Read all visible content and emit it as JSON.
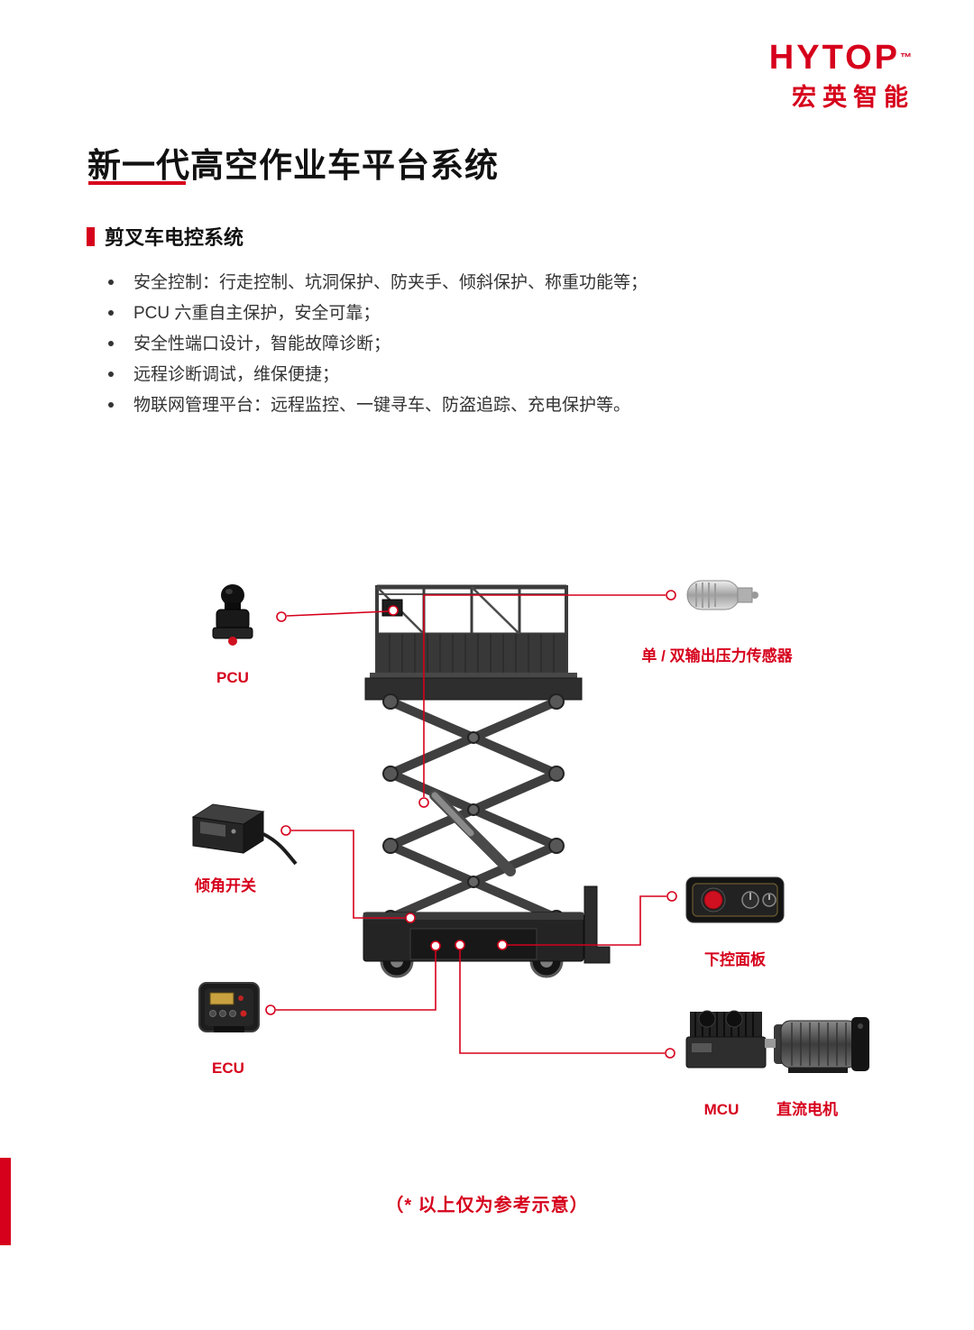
{
  "accent_color": "#d6001c",
  "brand": {
    "name": "HYTOP",
    "tm": "™",
    "subtitle": "宏英智能"
  },
  "header": {
    "title": "新一代高空作业车平台系统"
  },
  "section": {
    "title": "剪叉车电控系统"
  },
  "bullets": [
    "安全控制：行走控制、坑洞保护、防夹手、倾斜保护、称重功能等；",
    "PCU 六重自主保护，安全可靠；",
    "安全性端口设计，智能故障诊断；",
    "远程诊断调试，维保便捷；",
    "物联网管理平台：远程监控、一键寻车、防盗追踪、充电保护等。"
  ],
  "diagram": {
    "labels": {
      "pcu": "PCU",
      "pressure_sensor": "单 / 双输出压力传感器",
      "tilt_switch": "倾角开关",
      "lower_panel": "下控面板",
      "ecu": "ECU",
      "mcu": "MCU",
      "dc_motor": "直流电机"
    }
  },
  "footnote": "（* 以上仅为参考示意）"
}
